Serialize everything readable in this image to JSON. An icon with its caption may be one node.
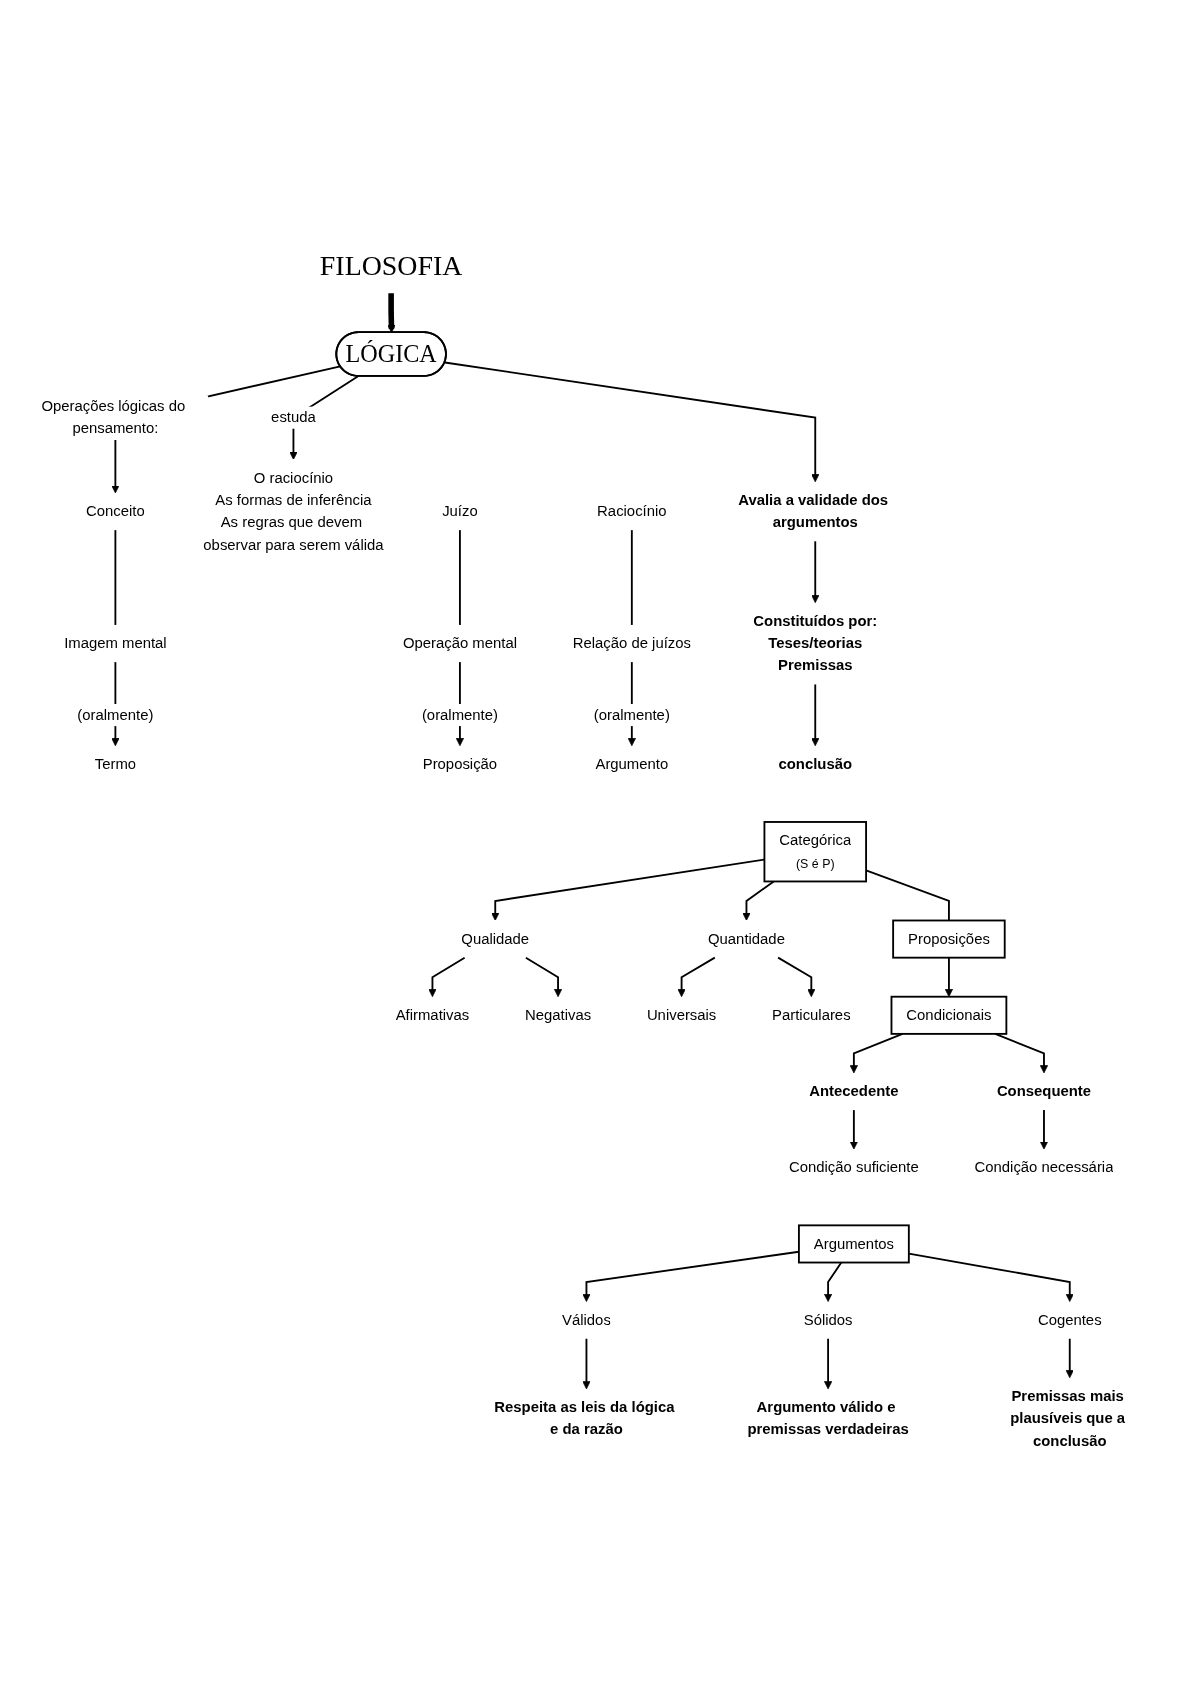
{
  "diagram": {
    "nodes": [
      {
        "text": [
          "FILOSOFIA"
        ]
      },
      {
        "text": [
          "LÓGICA"
        ]
      },
      {
        "text": [
          "Avalia a validade dos argumentos"
        ]
      },
      {
        "text": [
          "O raciocínio",
          "As formas de inferência",
          "As regras que devem observar para serem válida"
        ]
      },
      {
        "text": [
          "Conceito"
        ]
      },
      {
        "text": [
          "Imagem mental"
        ]
      },
      {
        "text": [
          "Termo"
        ]
      },
      {
        "text": [
          "Juízo"
        ]
      },
      {
        "text": [
          "Operação mental"
        ]
      },
      {
        "text": [
          "Proposição"
        ]
      },
      {
        "text": [
          "Raciocínio"
        ]
      },
      {
        "text": [
          "Relação de juízos"
        ]
      },
      {
        "text": [
          "Argumento"
        ]
      },
      {
        "text": [
          "Categórica",
          "(S é P)"
        ]
      },
      {
        "text": [
          "Proposições"
        ]
      },
      {
        "text": [
          "Constituídos por:",
          "Teses/teorias",
          "Premissas"
        ]
      },
      {
        "text": [
          "conclusão"
        ]
      },
      {
        "text": [
          "Qualidade"
        ]
      },
      {
        "text": [
          "Quantidade"
        ]
      },
      {
        "text": [
          "Afirmativas"
        ]
      },
      {
        "text": [
          "Negativas"
        ]
      },
      {
        "text": [
          "Universais"
        ]
      },
      {
        "text": [
          "Particulares"
        ]
      },
      {
        "text": [
          "Condicionais"
        ]
      },
      {
        "text": [
          "Antecedente"
        ]
      },
      {
        "text": [
          "Consequente"
        ]
      },
      {
        "text": [
          "Condição suficiente"
        ]
      },
      {
        "text": [
          "Condição necessária"
        ]
      },
      {
        "text": [
          "Argumentos"
        ]
      },
      {
        "text": [
          "Válidos"
        ]
      },
      {
        "text": [
          "Sólidos"
        ]
      },
      {
        "text": [
          "Cogentes"
        ]
      },
      {
        "text": [
          "Respeita as leis da lógica e da razão"
        ]
      },
      {
        "text": [
          "Argumento válido e premissas verdadeiras"
        ]
      },
      {
        "text": [
          "Premissas mais plausíveis que a conclusão"
        ]
      }
    ],
    "edges": [
      {
        "from": 0,
        "to": 1,
        "arrow": "to",
        "style": "thick"
      },
      {
        "from": 1,
        "to": 2,
        "arrow": "to"
      },
      {
        "from": 1,
        "to": 3,
        "arrow": "to",
        "label": "estuda"
      },
      {
        "from": 1,
        "to": 4,
        "arrow": "to",
        "label": "Operações lógicas do pensamento:"
      },
      {
        "from": 4,
        "to": 5,
        "arrow": "none"
      },
      {
        "from": 5,
        "to": 6,
        "arrow": "to",
        "label": "(oralmente)"
      },
      {
        "from": 7,
        "to": 8,
        "arrow": "none"
      },
      {
        "from": 8,
        "to": 9,
        "arrow": "to",
        "label": "(oralmente)"
      },
      {
        "from": 10,
        "to": 11,
        "arrow": "none"
      },
      {
        "from": 11,
        "to": 12,
        "arrow": "to",
        "label": "(oralmente)"
      },
      {
        "from": 2,
        "to": 15,
        "arrow": "to"
      },
      {
        "from": 15,
        "to": 16,
        "arrow": "to"
      },
      {
        "from": 13,
        "to": 14,
        "arrow": "none"
      },
      {
        "from": 13,
        "to": 17,
        "arrow": "to"
      },
      {
        "from": 13,
        "to": 18,
        "arrow": "to"
      },
      {
        "from": 17,
        "to": 19,
        "arrow": "to"
      },
      {
        "from": 17,
        "to": 20,
        "arrow": "to"
      },
      {
        "from": 18,
        "to": 21,
        "arrow": "to"
      },
      {
        "from": 18,
        "to": 22,
        "arrow": "to"
      },
      {
        "from": 14,
        "to": 23,
        "arrow": "to"
      },
      {
        "from": 23,
        "to": 24,
        "arrow": "to"
      },
      {
        "from": 23,
        "to": 25,
        "arrow": "to"
      },
      {
        "from": 24,
        "to": 26,
        "arrow": "to"
      },
      {
        "from": 25,
        "to": 27,
        "arrow": "to"
      },
      {
        "from": 28,
        "to": 29,
        "arrow": "to"
      },
      {
        "from": 28,
        "to": 30,
        "arrow": "to"
      },
      {
        "from": 28,
        "to": 31,
        "arrow": "to"
      },
      {
        "from": 29,
        "to": 32,
        "arrow": "to"
      },
      {
        "from": 30,
        "to": 33,
        "arrow": "to"
      },
      {
        "from": 31,
        "to": 34,
        "arrow": "to"
      }
    ]
  }
}
